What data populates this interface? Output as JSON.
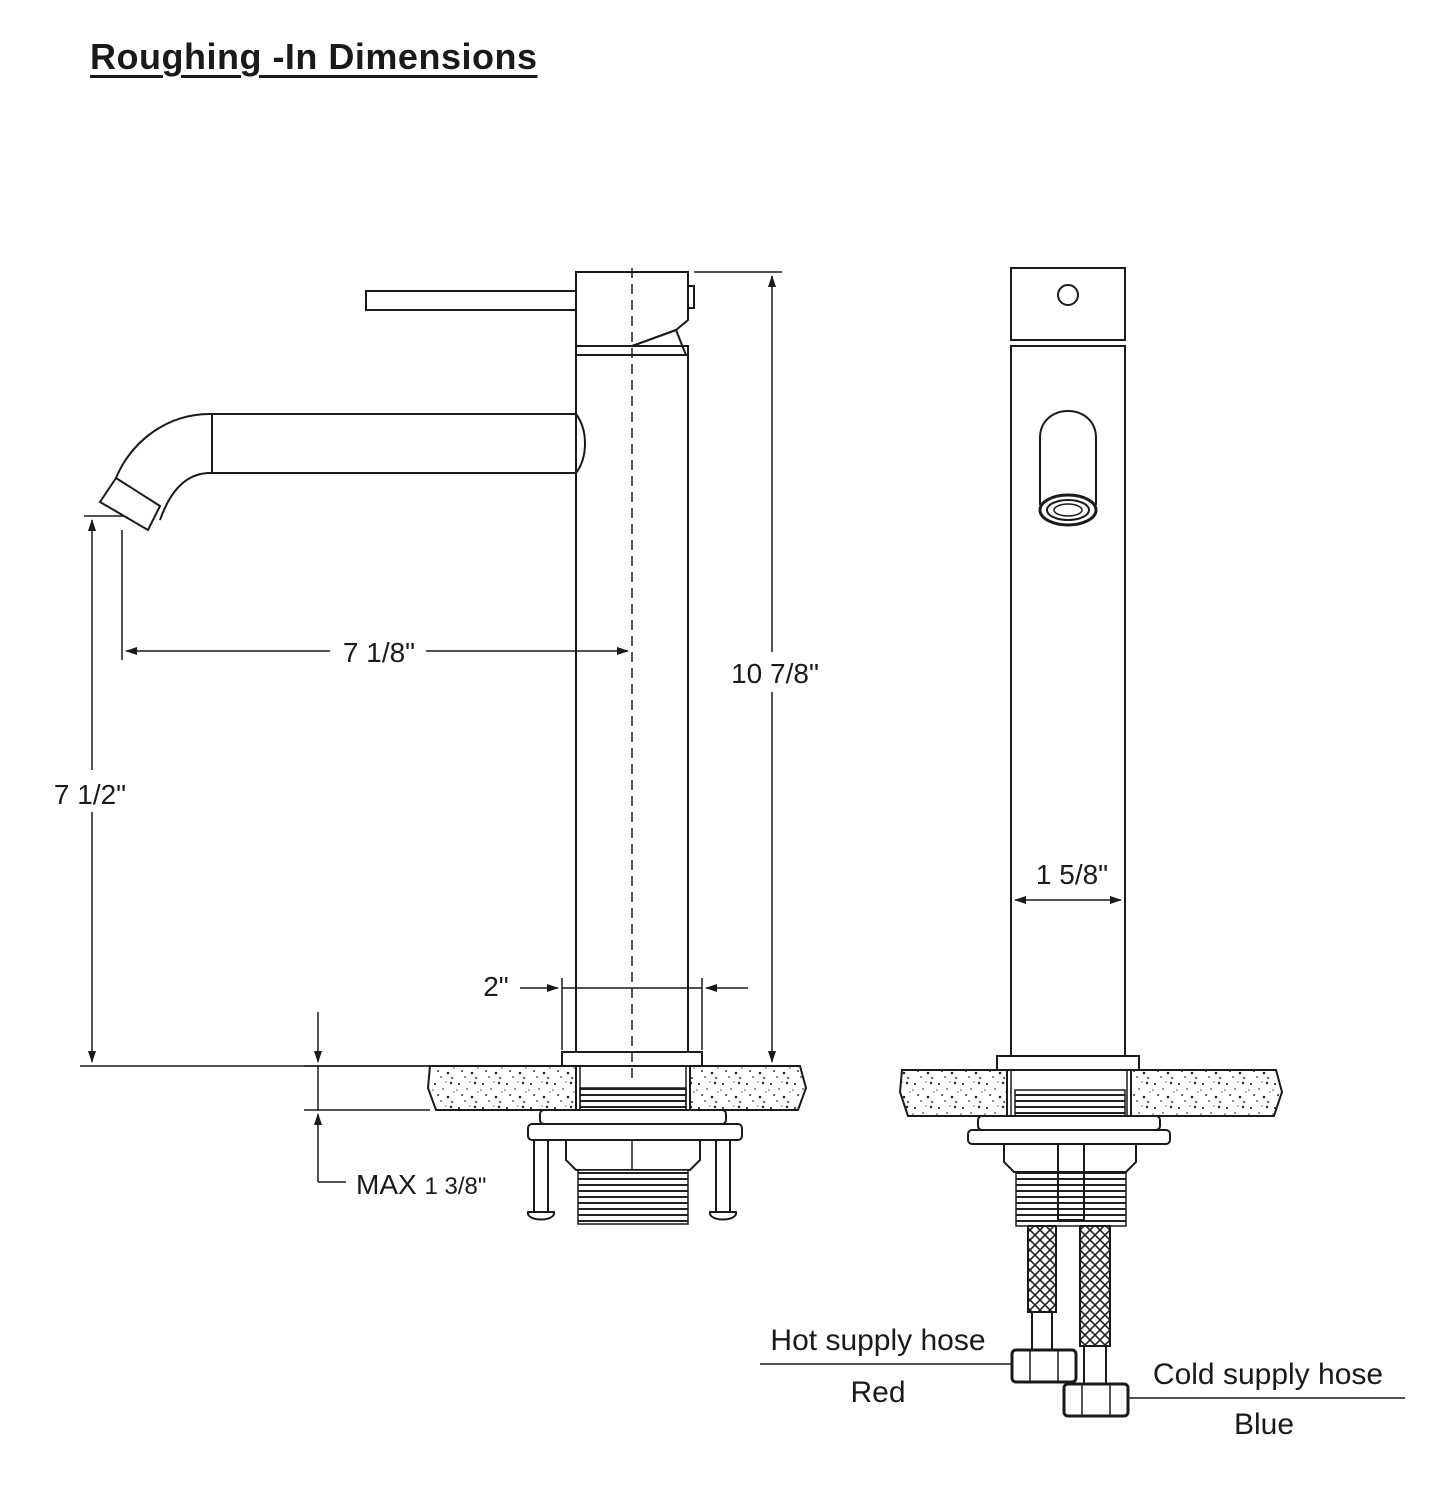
{
  "title": "Roughing -In Dimensions",
  "dimensions": {
    "spout_reach": "7 1/8\"",
    "total_height": "10 7/8\"",
    "spout_height": "7 1/2\"",
    "base_diameter": "2\"",
    "body_width": "1 5/8\"",
    "max_thickness_prefix": "MAX",
    "max_thickness_value": "1 3/8\""
  },
  "hoses": {
    "hot_label": "Hot supply hose",
    "hot_color": "Red",
    "cold_label": "Cold supply hose",
    "cold_color": "Blue"
  },
  "colors": {
    "line": "#1a1a1a",
    "background": "#ffffff"
  }
}
